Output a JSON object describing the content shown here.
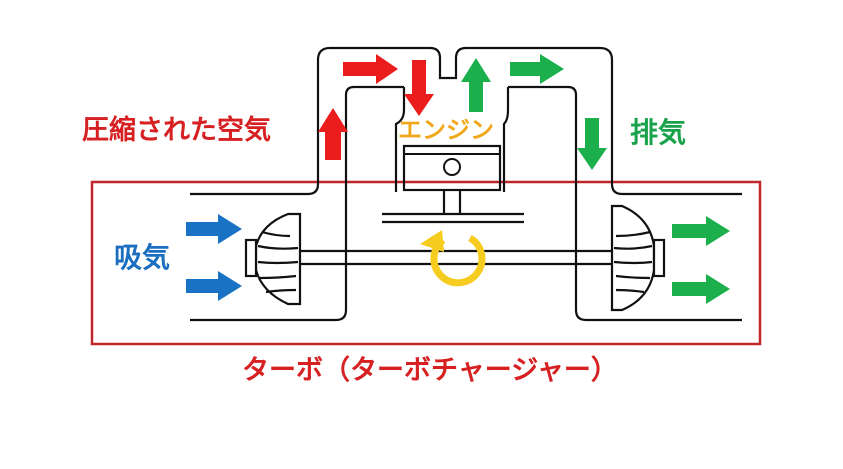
{
  "labels": {
    "compressed_air": "圧縮された空気",
    "engine": "エンジン",
    "exhaust": "排気",
    "intake": "吸気",
    "title": "ターボ（ターボチャージャー）"
  },
  "colors": {
    "red_label": "#d62022",
    "orange_label": "#f0a81a",
    "green_label": "#1aa24a",
    "blue_label": "#1c6fc0",
    "red_arrow": "#ea1c1c",
    "green_arrow": "#1bb04b",
    "blue_arrow": "#1a72c4",
    "rotation_arrow": "#f5cc1f",
    "frame": "#c0272d",
    "line": "#111111"
  },
  "icons": {
    "rotation": "circular-arrow-icon",
    "compressor": "compressor-wheel-icon",
    "turbine": "turbine-wheel-icon",
    "piston": "piston-icon"
  }
}
